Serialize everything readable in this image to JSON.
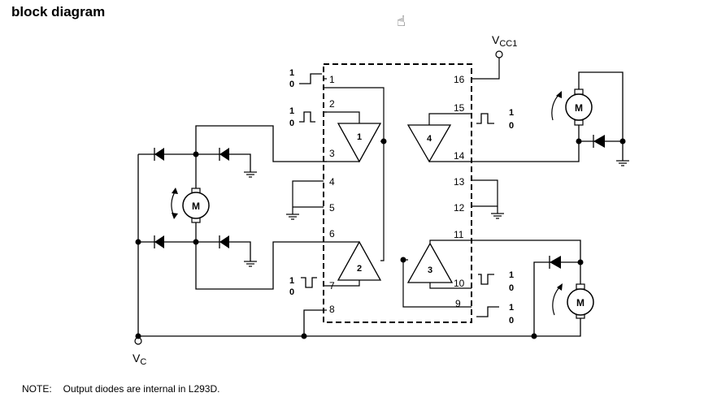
{
  "title": "block diagram",
  "supply": {
    "vcc1": "V",
    "vcc1_sub": "CC1",
    "vc": "V",
    "vc_sub": "C"
  },
  "pins": [
    "1",
    "2",
    "3",
    "4",
    "5",
    "6",
    "7",
    "8",
    "9",
    "10",
    "11",
    "12",
    "13",
    "14",
    "15",
    "16"
  ],
  "drivers": [
    "1",
    "2",
    "3",
    "4"
  ],
  "motor_label": "M",
  "logic": {
    "high": "1",
    "low": "0"
  },
  "note": {
    "label": "NOTE:",
    "text": "Output diodes are internal in L293D."
  },
  "cursor_icon": "hand-cursor-icon"
}
